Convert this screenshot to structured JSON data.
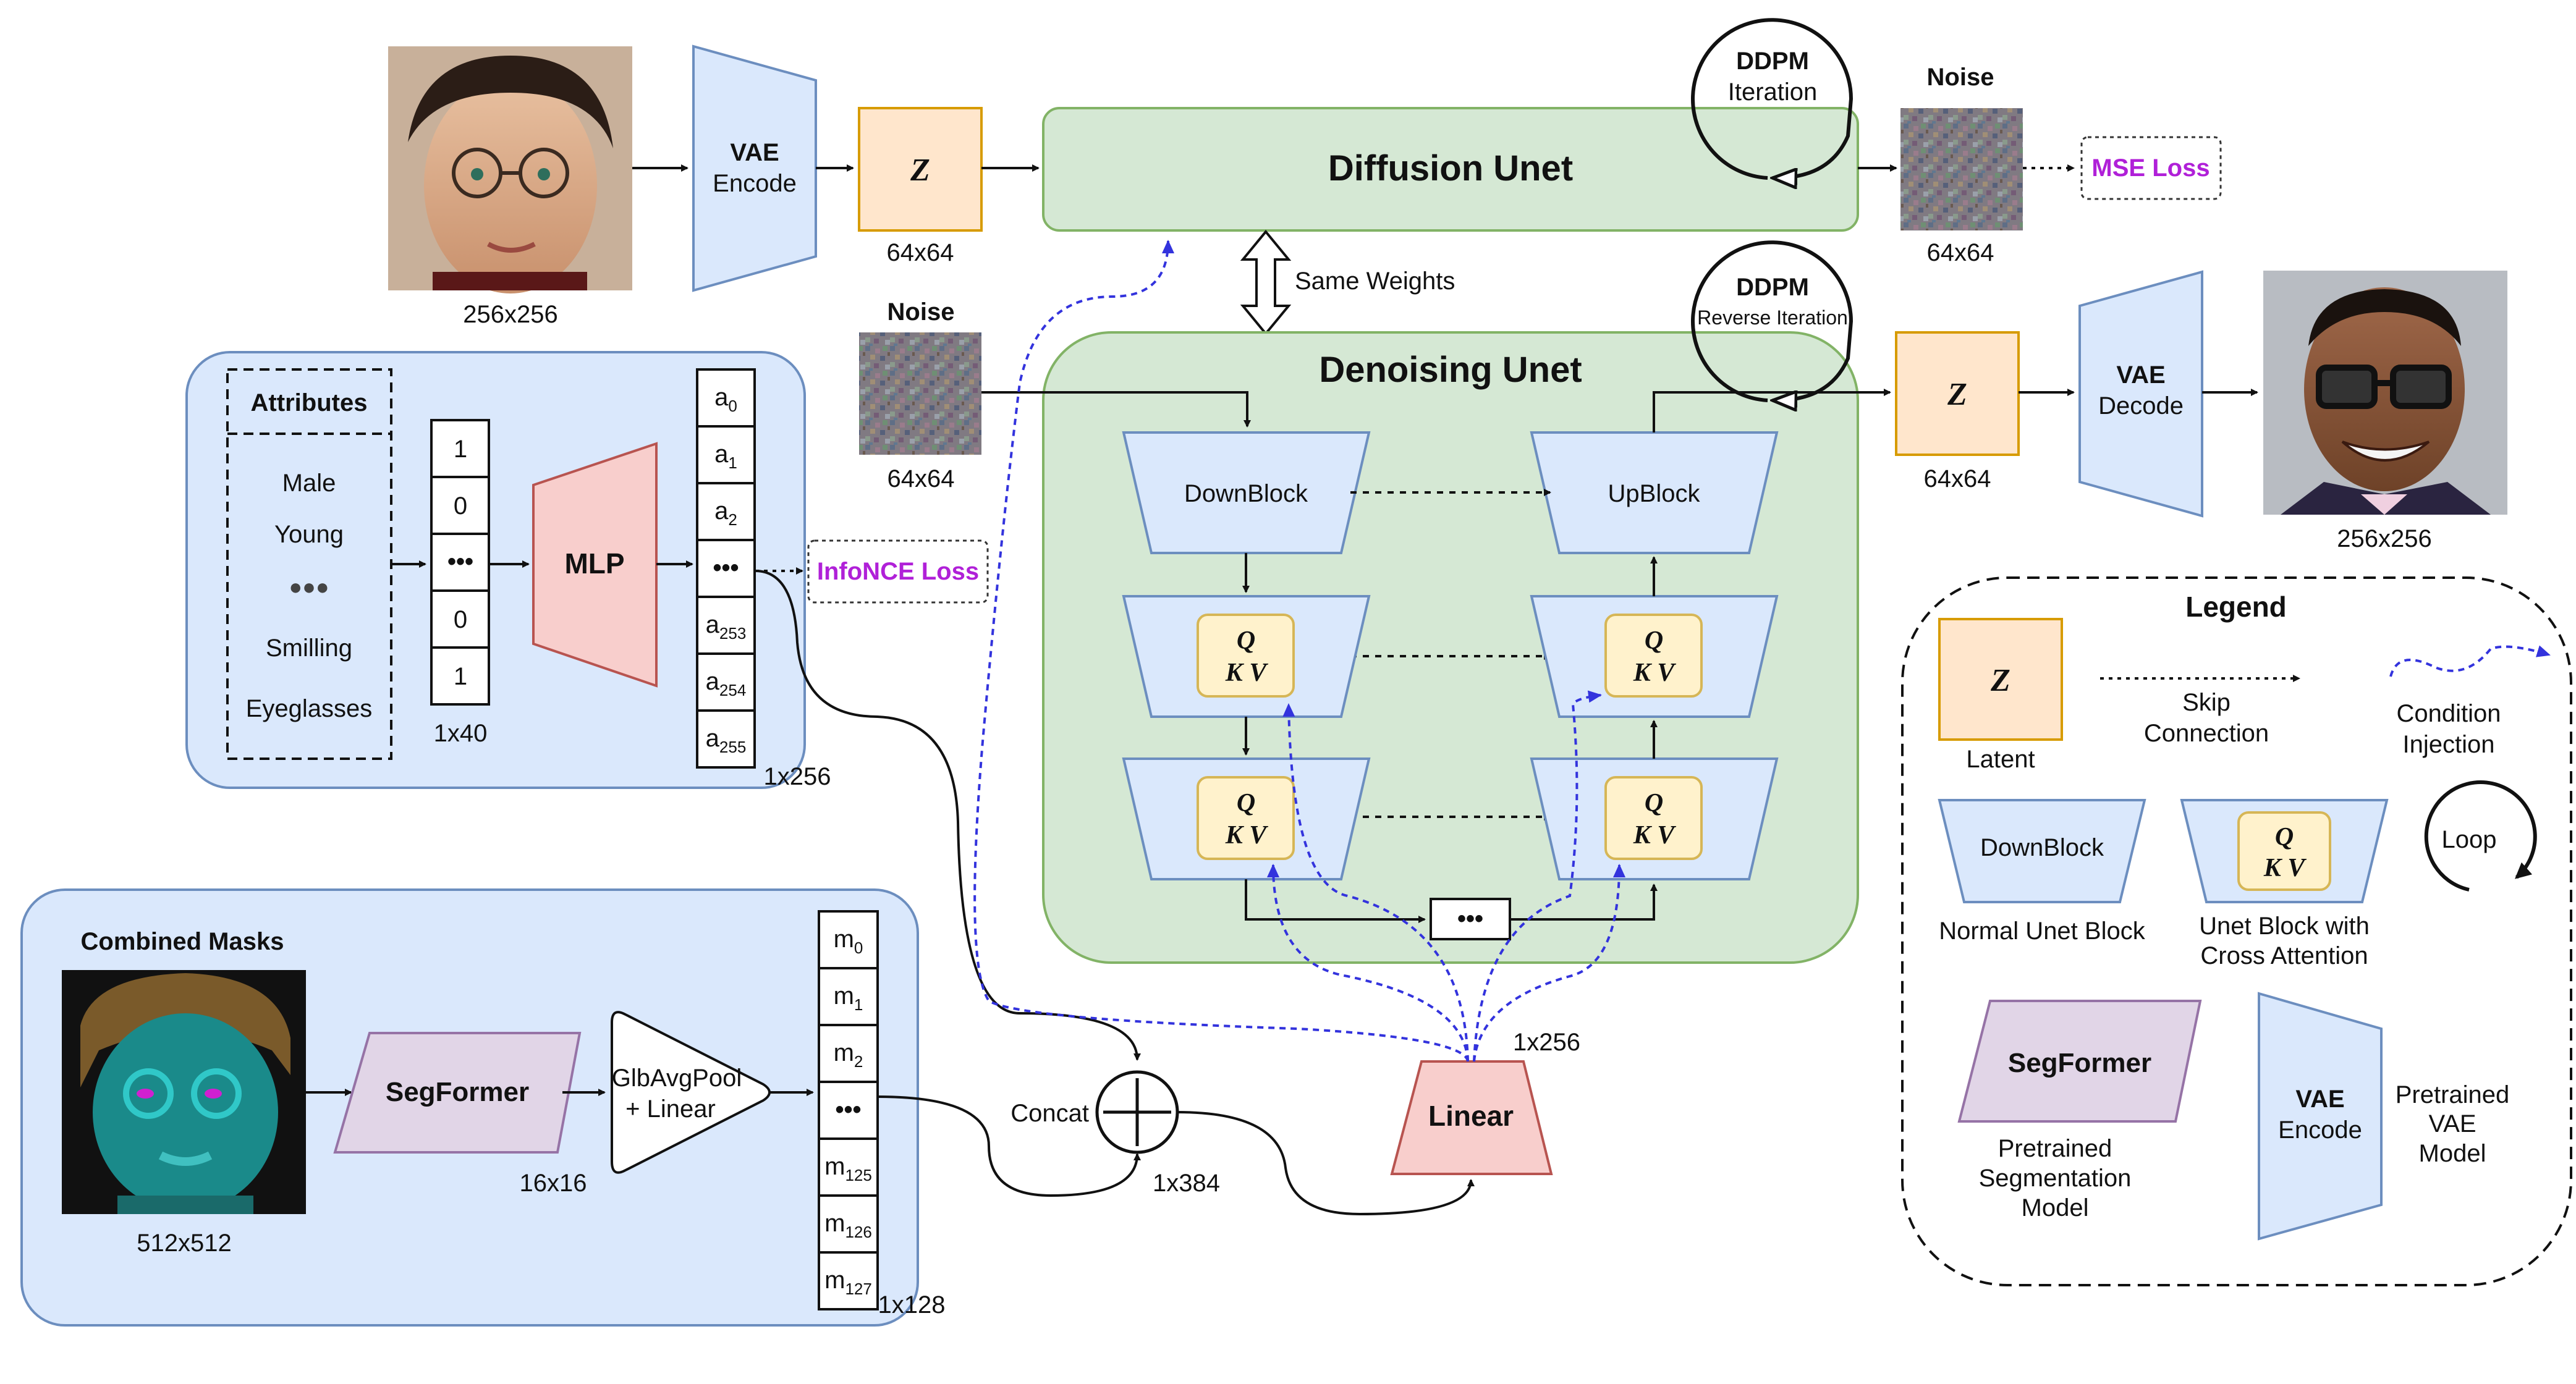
{
  "top": {
    "input_size": "256x256",
    "vae_encode": [
      "VAE",
      "Encode"
    ],
    "latent": {
      "symbol": "Z",
      "size": "64x64"
    },
    "diffusion_unet": "Diffusion Unet",
    "ddpm_iter": [
      "DDPM",
      "Iteration"
    ],
    "noise": {
      "label": "Noise",
      "size": "64x64"
    },
    "mse_loss": "MSE Loss",
    "same_weights": "Same Weights"
  },
  "denoise": {
    "title": "Denoising Unet",
    "noise_in": {
      "label": "Noise",
      "size": "64x64"
    },
    "downblock": "DownBlock",
    "upblock": "UpBlock",
    "q": "Q",
    "kv": "K V",
    "dots": "•••",
    "ddpm_rev": [
      "DDPM",
      "Reverse Iteration"
    ],
    "latent": {
      "symbol": "Z",
      "size": "64x64"
    },
    "vae_decode": [
      "VAE",
      "Decode"
    ],
    "output_size": "256x256"
  },
  "attributes": {
    "header": "Attributes",
    "items": [
      "Male",
      "Young",
      "Smilling",
      "Eyeglasses"
    ],
    "ellipsis": "●●●",
    "vector": [
      "1",
      "0",
      "•••",
      "0",
      "1"
    ],
    "vector_size": "1x40",
    "mlp": "MLP",
    "embedding": [
      {
        "base": "a",
        "sub": "0"
      },
      {
        "base": "a",
        "sub": "1"
      },
      {
        "base": "a",
        "sub": "2"
      },
      {
        "base": "•••",
        "sub": ""
      },
      {
        "base": "a",
        "sub": "253"
      },
      {
        "base": "a",
        "sub": "254"
      },
      {
        "base": "a",
        "sub": "255"
      }
    ],
    "embedding_size": "1x256",
    "infonce_loss": "InfoNCE Loss"
  },
  "masks": {
    "header": "Combined Masks",
    "image_size": "512x512",
    "segformer": "SegFormer",
    "seg_size": "16x16",
    "pool": [
      "GlbAvgPool",
      "+ Linear"
    ],
    "embedding": [
      {
        "base": "m",
        "sub": "0"
      },
      {
        "base": "m",
        "sub": "1"
      },
      {
        "base": "m",
        "sub": "2"
      },
      {
        "base": "•••",
        "sub": ""
      },
      {
        "base": "m",
        "sub": "125"
      },
      {
        "base": "m",
        "sub": "126"
      },
      {
        "base": "m",
        "sub": "127"
      }
    ],
    "embedding_size": "1x128"
  },
  "fusion": {
    "concat": "Concat",
    "concat_size": "1x384",
    "linear": "Linear",
    "linear_size": "1x256"
  },
  "legend": {
    "title": "Legend",
    "latent_symbol": "Z",
    "latent": "Latent",
    "skip": [
      "Skip",
      "Connection"
    ],
    "condition": [
      "Condition",
      "Injection"
    ],
    "downblock": "DownBlock",
    "normal_block": "Normal Unet Block",
    "q": "Q",
    "kv": "K V",
    "cross_block": [
      "Unet Block with",
      "Cross Attention"
    ],
    "loop": "Loop",
    "segformer": "SegFormer",
    "segformer_desc": [
      "Pretrained",
      "Segmentation",
      "Model"
    ],
    "vae": [
      "VAE",
      "Encode"
    ],
    "vae_desc": [
      "Pretrained",
      "VAE",
      "Model"
    ]
  },
  "colors": {
    "blue_fill": "#dae8fc",
    "blue_stroke": "#6c8ebf",
    "green_fill": "#d5e8d4",
    "green_stroke": "#82b366",
    "orange_fill": "#ffe6cc",
    "orange_stroke": "#d79b00",
    "yellow_fill": "#fff2cc",
    "yellow_stroke": "#d6b656",
    "red_fill": "#f8cecc",
    "red_stroke": "#b85450",
    "purple_fill": "#e1d5e7",
    "purple_stroke": "#9673a6",
    "condition_line": "#3333dd",
    "accent_text": "#b020d8"
  }
}
